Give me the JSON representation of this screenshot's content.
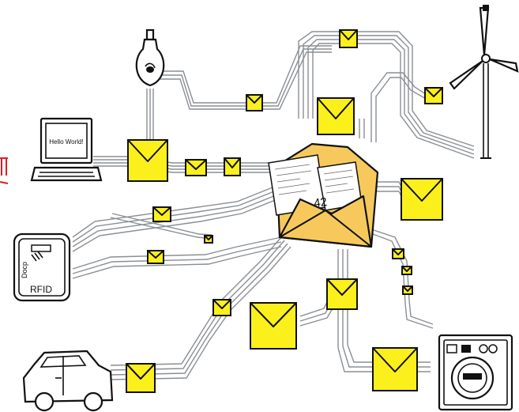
{
  "devices": {
    "computer_screen_text": "Hello World!",
    "rfid_label": "RFID",
    "rfid_vertical_text": "Docp",
    "letter_number": "42"
  },
  "colors": {
    "envelope_yellow": "#fbf01c",
    "central_envelope": "#f7c95c",
    "wire_gray": "#8a8f94",
    "edge_mark_red": "#e01b24"
  }
}
